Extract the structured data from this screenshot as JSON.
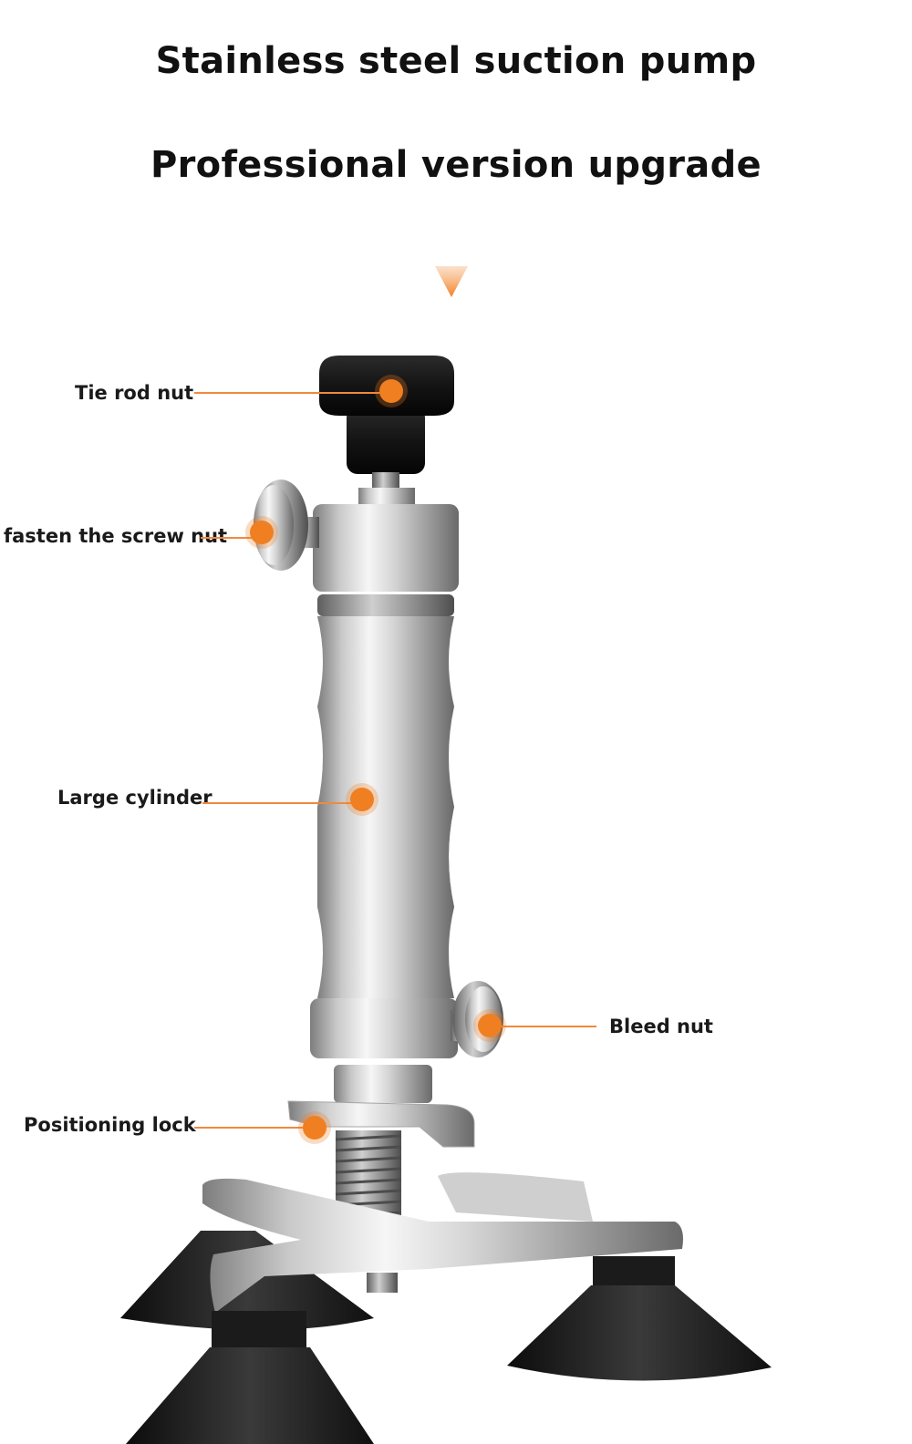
{
  "heading": {
    "line1": "Stainless steel suction pump",
    "line2": "Professional version upgrade"
  },
  "accent_color": "#f07f22",
  "callouts": {
    "tie_rod_nut": "Tie rod nut",
    "fasten_screw_nut": "fasten the screw nut",
    "large_cylinder": "Large cylinder",
    "bleed_nut": "Bleed nut",
    "positioning_lock": "Positioning lock"
  },
  "icons": {
    "pointer": "chevron-down-triangle"
  }
}
